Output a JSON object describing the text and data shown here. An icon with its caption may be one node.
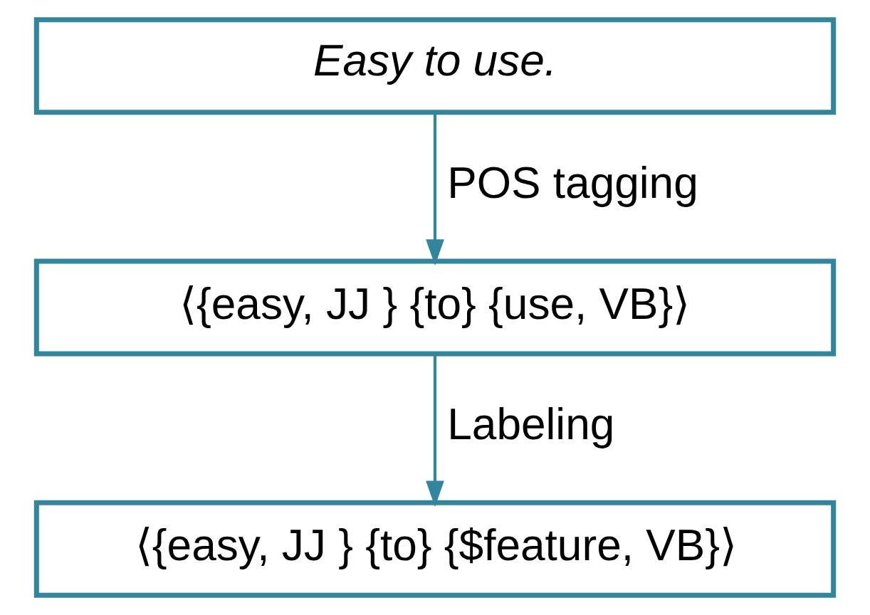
{
  "diagram": {
    "nodes": [
      {
        "text": [
          "Easy to use."
        ]
      },
      {
        "text": [
          "⟨{easy, JJ } {to} {use, VB}⟩"
        ]
      },
      {
        "text": [
          "⟨{easy, JJ } {to} {$feature, VB}⟩"
        ]
      }
    ],
    "edges": [
      {
        "from": 0,
        "to": 1,
        "arrow": "to",
        "label": "POS tagging"
      },
      {
        "from": 1,
        "to": 2,
        "arrow": "to",
        "label": "Labeling"
      }
    ]
  }
}
